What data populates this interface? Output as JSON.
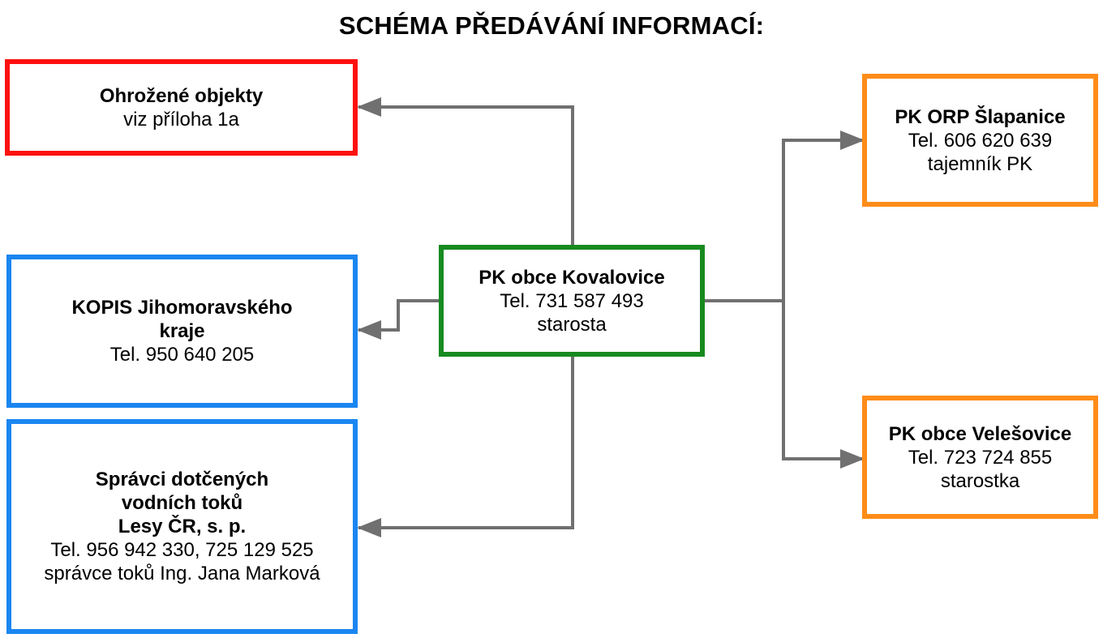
{
  "title": "SCHÉMA PŘEDÁVÁNÍ INFORMACÍ:",
  "colors": {
    "red": "#ff1010",
    "blue": "#1a86f0",
    "green": "#178a1f",
    "orange": "#ff8c19",
    "connector": "#707070"
  },
  "nodes": {
    "ohrozene": {
      "line1": "Ohrožené objekty",
      "line2": "viz příloha 1a"
    },
    "kopis": {
      "line1": "KOPIS Jihomoravského",
      "line2": "kraje",
      "line3": "Tel. 950 640 205"
    },
    "spravci": {
      "line1": "Správci dotčených",
      "line2": "vodních toků",
      "line3": "Lesy ČR, s. p.",
      "line4": "Tel. 956 942 330, 725 129 525",
      "line5": "správce toků Ing. Jana Marková"
    },
    "center": {
      "line1": "PK obce Kovalovice",
      "line2": "Tel. 731 587 493",
      "line3": "starosta"
    },
    "orp": {
      "line1": "PK ORP Šlapanice",
      "line2": "Tel. 606 620 639",
      "line3": "tajemník PK"
    },
    "velesovice": {
      "line1": "PK obce Velešovice",
      "line2": "Tel. 723 724 855",
      "line3": "starostka"
    }
  }
}
